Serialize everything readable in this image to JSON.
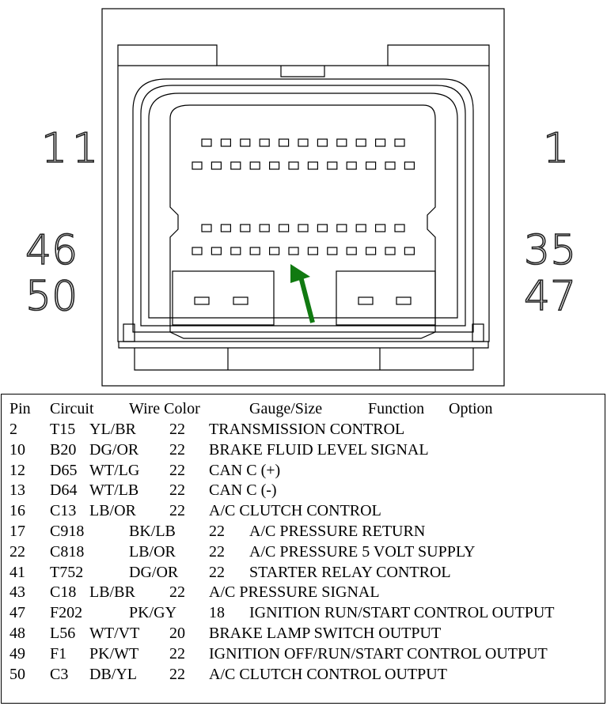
{
  "connector": {
    "pin_labels": {
      "top_left": "11",
      "top_right": "1",
      "mid_left": "46",
      "mid_right": "35",
      "bottom_left": "50",
      "bottom_right": "47"
    },
    "arrow_color": "#117a11"
  },
  "table": {
    "headers": [
      "Pin",
      "Circuit",
      "Wire Color",
      "Gauge/Size",
      "Function",
      "Option"
    ],
    "rows": [
      {
        "pin": "2",
        "circuit": "T15",
        "color": "YL/BR",
        "gauge": "22",
        "function": "TRANSMISSION CONTROL"
      },
      {
        "pin": "10",
        "circuit": "B20",
        "color": "DG/OR",
        "gauge": "22",
        "function": "BRAKE FLUID LEVEL SIGNAL"
      },
      {
        "pin": "12",
        "circuit": "D65",
        "color": "WT/LG",
        "gauge": "22",
        "function": "CAN C (+)"
      },
      {
        "pin": "13",
        "circuit": "D64",
        "color": "WT/LB",
        "gauge": "22",
        "function": "CAN C (-)"
      },
      {
        "pin": "16",
        "circuit": "C13",
        "color": "LB/OR",
        "gauge": "22",
        "function": "A/C CLUTCH CONTROL"
      },
      {
        "pin": "17",
        "circuit": "C918",
        "color": "BK/LB",
        "gauge": "22",
        "function": "A/C PRESSURE RETURN"
      },
      {
        "pin": "22",
        "circuit": "C818",
        "color": "LB/OR",
        "gauge": "22",
        "function": "A/C PRESSURE 5 VOLT SUPPLY"
      },
      {
        "pin": "41",
        "circuit": "T752",
        "color": "DG/OR",
        "gauge": "22",
        "function": "STARTER RELAY CONTROL"
      },
      {
        "pin": "43",
        "circuit": "C18",
        "color": "LB/BR",
        "gauge": "22",
        "function": "A/C PRESSURE SIGNAL"
      },
      {
        "pin": "47",
        "circuit": "F202",
        "color": "PK/GY",
        "gauge": "18",
        "function": "IGNITION RUN/START CONTROL OUTPUT"
      },
      {
        "pin": "48",
        "circuit": "L56",
        "color": "WT/VT",
        "gauge": "20",
        "function": "BRAKE LAMP SWITCH OUTPUT"
      },
      {
        "pin": "49",
        "circuit": "F1",
        "color": "PK/WT",
        "gauge": "22",
        "function": "IGNITION OFF/RUN/START CONTROL OUTPUT"
      },
      {
        "pin": "50",
        "circuit": "C3",
        "color": "DB/YL",
        "gauge": "22",
        "function": "A/C CLUTCH CONTROL OUTPUT"
      }
    ]
  }
}
